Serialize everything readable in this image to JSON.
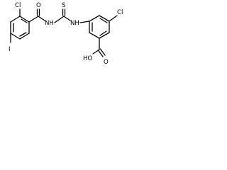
{
  "structure": {
    "atom_labels": {
      "cl_left": "Cl",
      "cl_right": "Cl",
      "o_carbonyl": "O",
      "s_thio": "S",
      "nh_left": "NH",
      "nh_right": "NH",
      "iodine": "I",
      "oh_acid": "HO",
      "o_acid": "O"
    },
    "colors": {
      "stroke": "#000000",
      "text": "#000000",
      "background": "#ffffff"
    }
  }
}
